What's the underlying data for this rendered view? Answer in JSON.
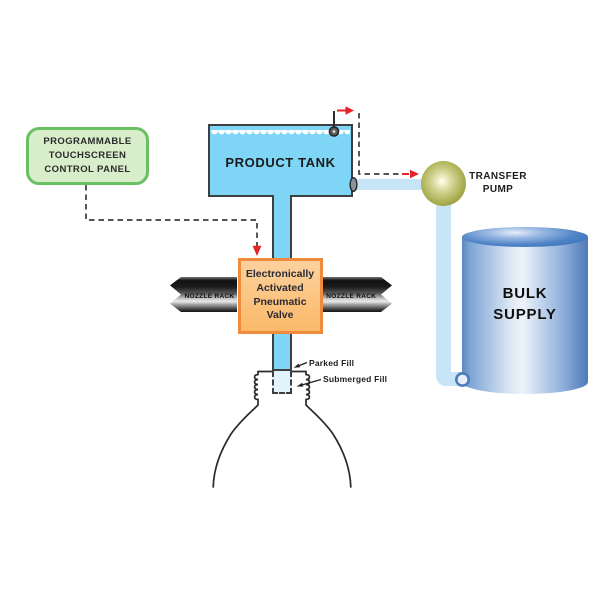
{
  "control_panel": {
    "label": "PROGRAMMABLE\nTOUCHSCREEN\nCONTROL PANEL"
  },
  "product_tank": {
    "label": "PRODUCT TANK"
  },
  "transfer_pump": {
    "label": "TRANSFER\nPUMP"
  },
  "bulk_supply": {
    "label": "BULK\nSUPPLY"
  },
  "valve": {
    "label": "Electronically\nActivated\nPneumatic\nValve"
  },
  "nozzle_rack": {
    "left_label": "NOZZLE RACK",
    "right_label": "NOZZLE RACK"
  },
  "fill_labels": {
    "parked": "Parked Fill",
    "submerged": "Submerged Fill"
  },
  "colors": {
    "accent_red": "#e62328",
    "panel_border_green": "#69c063",
    "panel_fill_green": "#d8edca",
    "tank_blue": "#7ed5f6",
    "pale_pipe_blue": "#c7e5f7",
    "valve_border_orange": "#ef8b3d",
    "valve_fill_orange": "#fbc284",
    "pump_olive": "#8d9130",
    "bulk_blue": "#4d83c6",
    "outline_dark": "#3c4043"
  }
}
